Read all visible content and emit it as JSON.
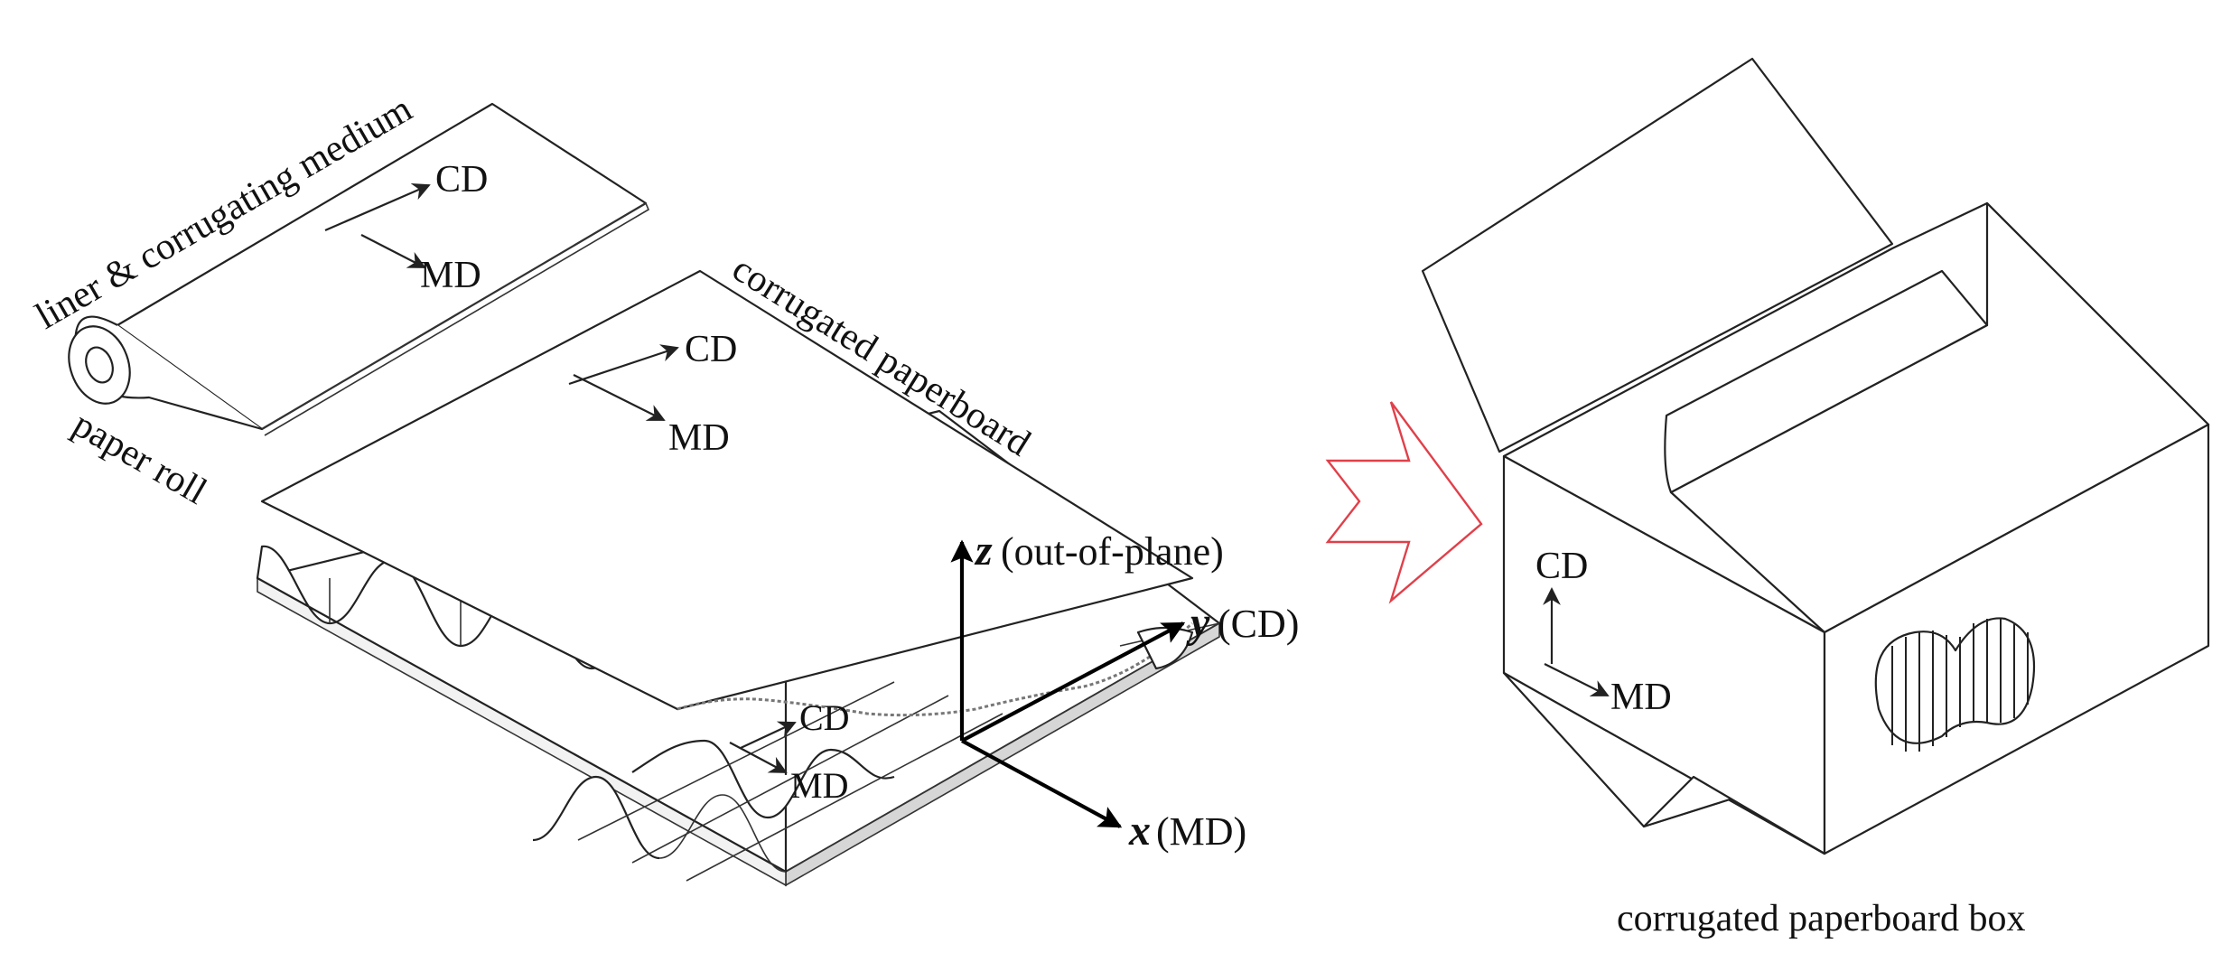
{
  "labels": {
    "liner": "liner & corrugating medium",
    "paper_roll": "paper roll",
    "corrugated_paperboard": "corrugated paperboard",
    "box_caption": "corrugated paperboard box"
  },
  "directions": {
    "cd": "CD",
    "md": "MD"
  },
  "axes": {
    "z_symbol": "z",
    "z_text": "(out-of-plane)",
    "y_symbol": "y",
    "y_text": "(CD)",
    "x_symbol": "x",
    "x_text": "(MD)"
  },
  "colors": {
    "line": "#222222",
    "transition_arrow": "#e0404a",
    "board_edge": "#b0b0b0"
  },
  "icons": {
    "transition": "chevron-right-arrow-icon"
  }
}
